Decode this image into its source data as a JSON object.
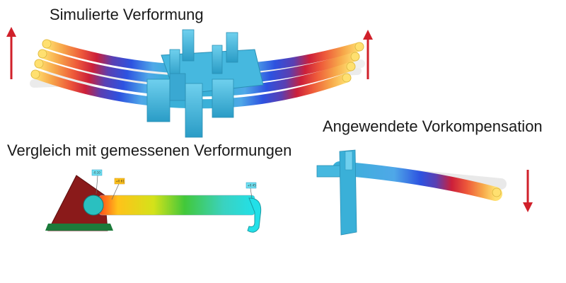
{
  "captions": {
    "simulated": "Simulierte Verformung",
    "precomp": "Angewendete Vorkompensation",
    "comparison": "Vergleich mit gemessenen Verformungen"
  },
  "measurement_tags": [
    "-0.10",
    "+0.61",
    "+0.45"
  ],
  "colors": {
    "arrow": "#d0202a",
    "part_base": "#3ab0d8",
    "gradient": [
      "#ffe070",
      "#f7a84a",
      "#ee5a3a",
      "#cc1f3a",
      "#5a3fb2",
      "#2d52e0",
      "#4fa8e8",
      "#3ab0d8"
    ],
    "measure_gradient": [
      "#ff4a1a",
      "#ffc21a",
      "#d4e21a",
      "#42c83a",
      "#3ad2c0",
      "#22e0e8"
    ],
    "fixture": "#8a1a1a"
  }
}
